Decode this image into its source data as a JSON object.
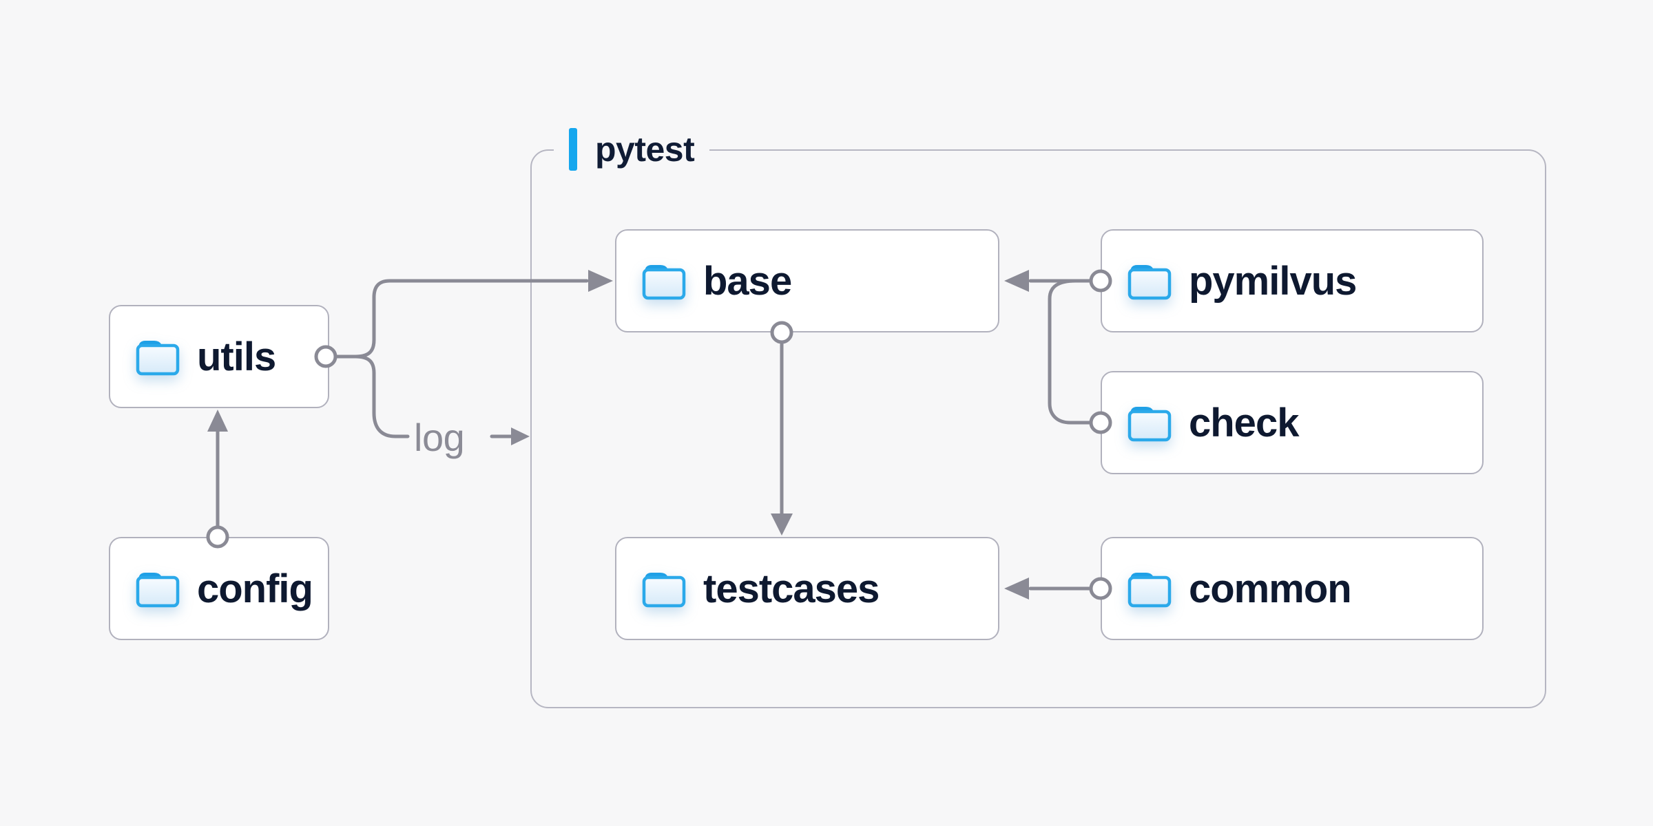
{
  "group": {
    "label": "pytest",
    "accent_color": "#16a7ee"
  },
  "log_label": {
    "text": "log"
  },
  "nodes": {
    "utils": {
      "label": "utils",
      "icon": "folder-icon"
    },
    "config": {
      "label": "config",
      "icon": "folder-icon"
    },
    "base": {
      "label": "base",
      "icon": "folder-icon"
    },
    "testcases": {
      "label": "testcases",
      "icon": "folder-icon"
    },
    "pymilvus": {
      "label": "pymilvus",
      "icon": "folder-icon"
    },
    "check": {
      "label": "check",
      "icon": "folder-icon"
    },
    "common": {
      "label": "common",
      "icon": "folder-icon"
    }
  },
  "edges": [
    {
      "from": "config",
      "to": "utils",
      "type": "arrow"
    },
    {
      "from": "utils",
      "to": "base",
      "type": "arrow"
    },
    {
      "from": "utils",
      "to": "log",
      "type": "labeled-arrow"
    },
    {
      "from": "base",
      "to": "testcases",
      "type": "arrow"
    },
    {
      "from": "pymilvus",
      "to": "base",
      "type": "arrow"
    },
    {
      "from": "check",
      "to": "base",
      "type": "arrow"
    },
    {
      "from": "common",
      "to": "testcases",
      "type": "arrow"
    }
  ],
  "colors": {
    "background": "#f7f7f8",
    "connector": "#8a8a95",
    "node_border": "#b1b1bd",
    "group_border": "#b6b6c2",
    "label_text": "#0e1930",
    "muted_text": "#8b8b96",
    "accent": "#16a7ee",
    "folder_stroke": "#2ba9ea",
    "folder_tab": "#1fa0e6",
    "folder_fill_top": "#f7fbff",
    "folder_fill_bottom": "#d6eaf9"
  }
}
